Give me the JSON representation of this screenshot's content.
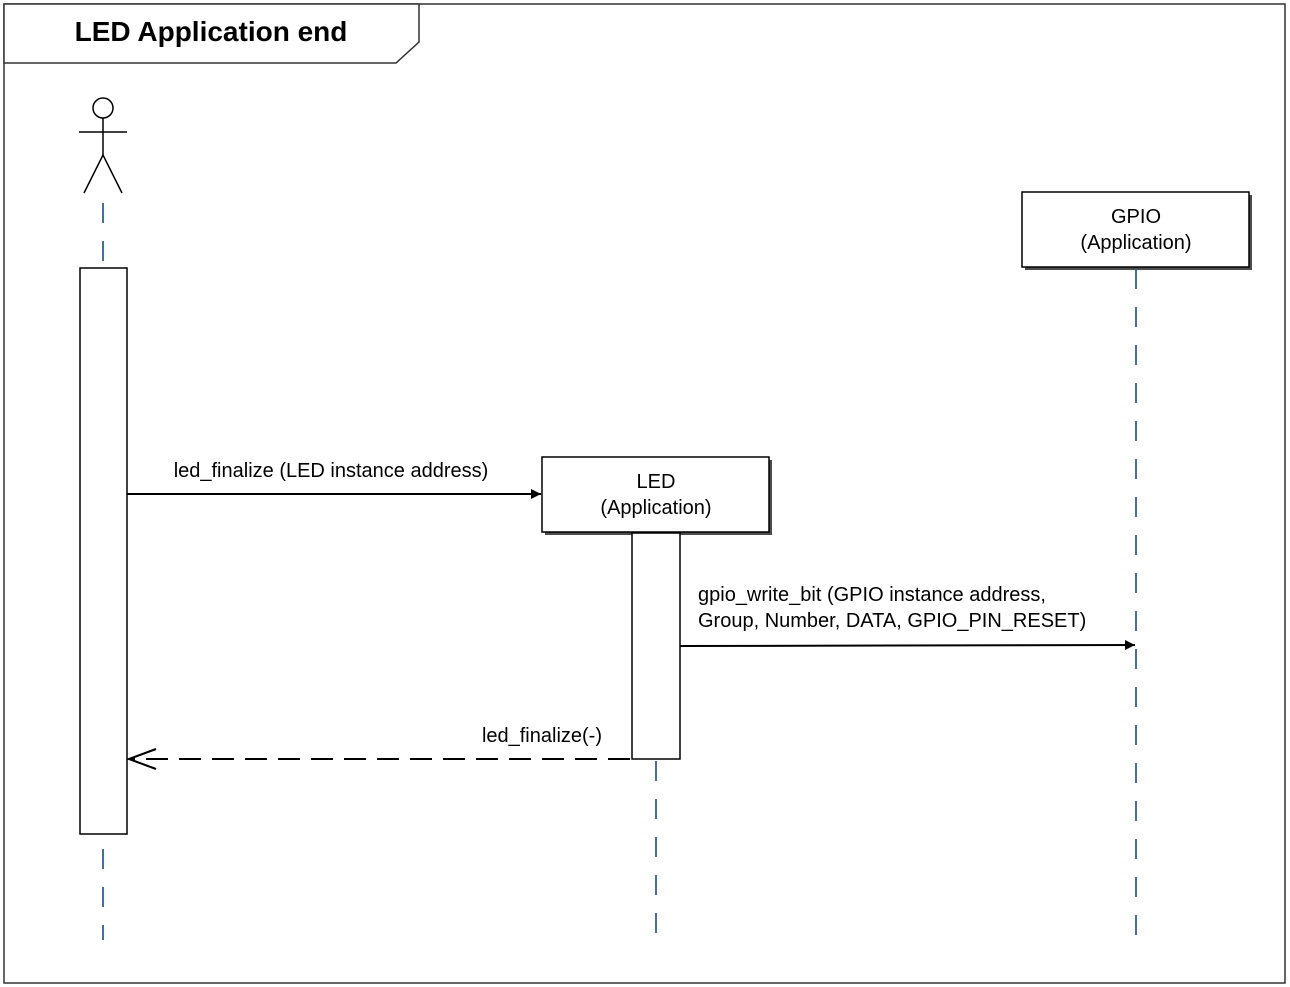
{
  "frame": {
    "title": "LED Application end"
  },
  "actor": {
    "icon": "stick-figure-actor-icon"
  },
  "participants": {
    "led": {
      "name": "LED",
      "subtitle": "(Application)"
    },
    "gpio": {
      "name": "GPIO",
      "subtitle": "(Application)"
    }
  },
  "messages": {
    "led_finalize_call": {
      "label": "led_finalize (LED instance address)"
    },
    "gpio_write_bit_call": {
      "line1": "gpio_write_bit (GPIO instance address,",
      "line2": "Group, Number, DATA, GPIO_PIN_RESET)"
    },
    "led_finalize_return": {
      "label": "led_finalize(-)"
    }
  },
  "colors": {
    "lifeline": "#41719c",
    "line": "#000000",
    "box_fill": "#ffffff",
    "box_shadow": "#4d4d4d"
  }
}
